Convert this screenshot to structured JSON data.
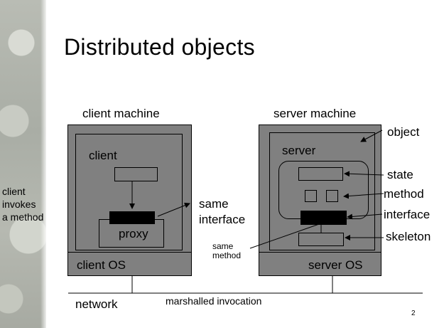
{
  "slide": {
    "title": "Distributed objects",
    "page_number": "2"
  },
  "client_side": {
    "machine_label": "client machine",
    "process_label": "client",
    "proxy_label": "proxy",
    "os_label": "client OS"
  },
  "server_side": {
    "machine_label": "server machine",
    "process_label": "server",
    "os_label": "server OS"
  },
  "annotations": {
    "client_invokes": [
      "client",
      "invokes",
      "a method"
    ],
    "same_interface": [
      "same",
      "interface"
    ],
    "same_method": [
      "same",
      "method"
    ],
    "object": "object",
    "state": "state",
    "method": "method",
    "interface": "interface",
    "skeleton": "skeleton",
    "network": "network",
    "marshalled_invocation": "marshalled invocation"
  },
  "colors": {
    "machine_fill": "#808080",
    "interface_fill": "#000000",
    "outline": "#000000"
  }
}
